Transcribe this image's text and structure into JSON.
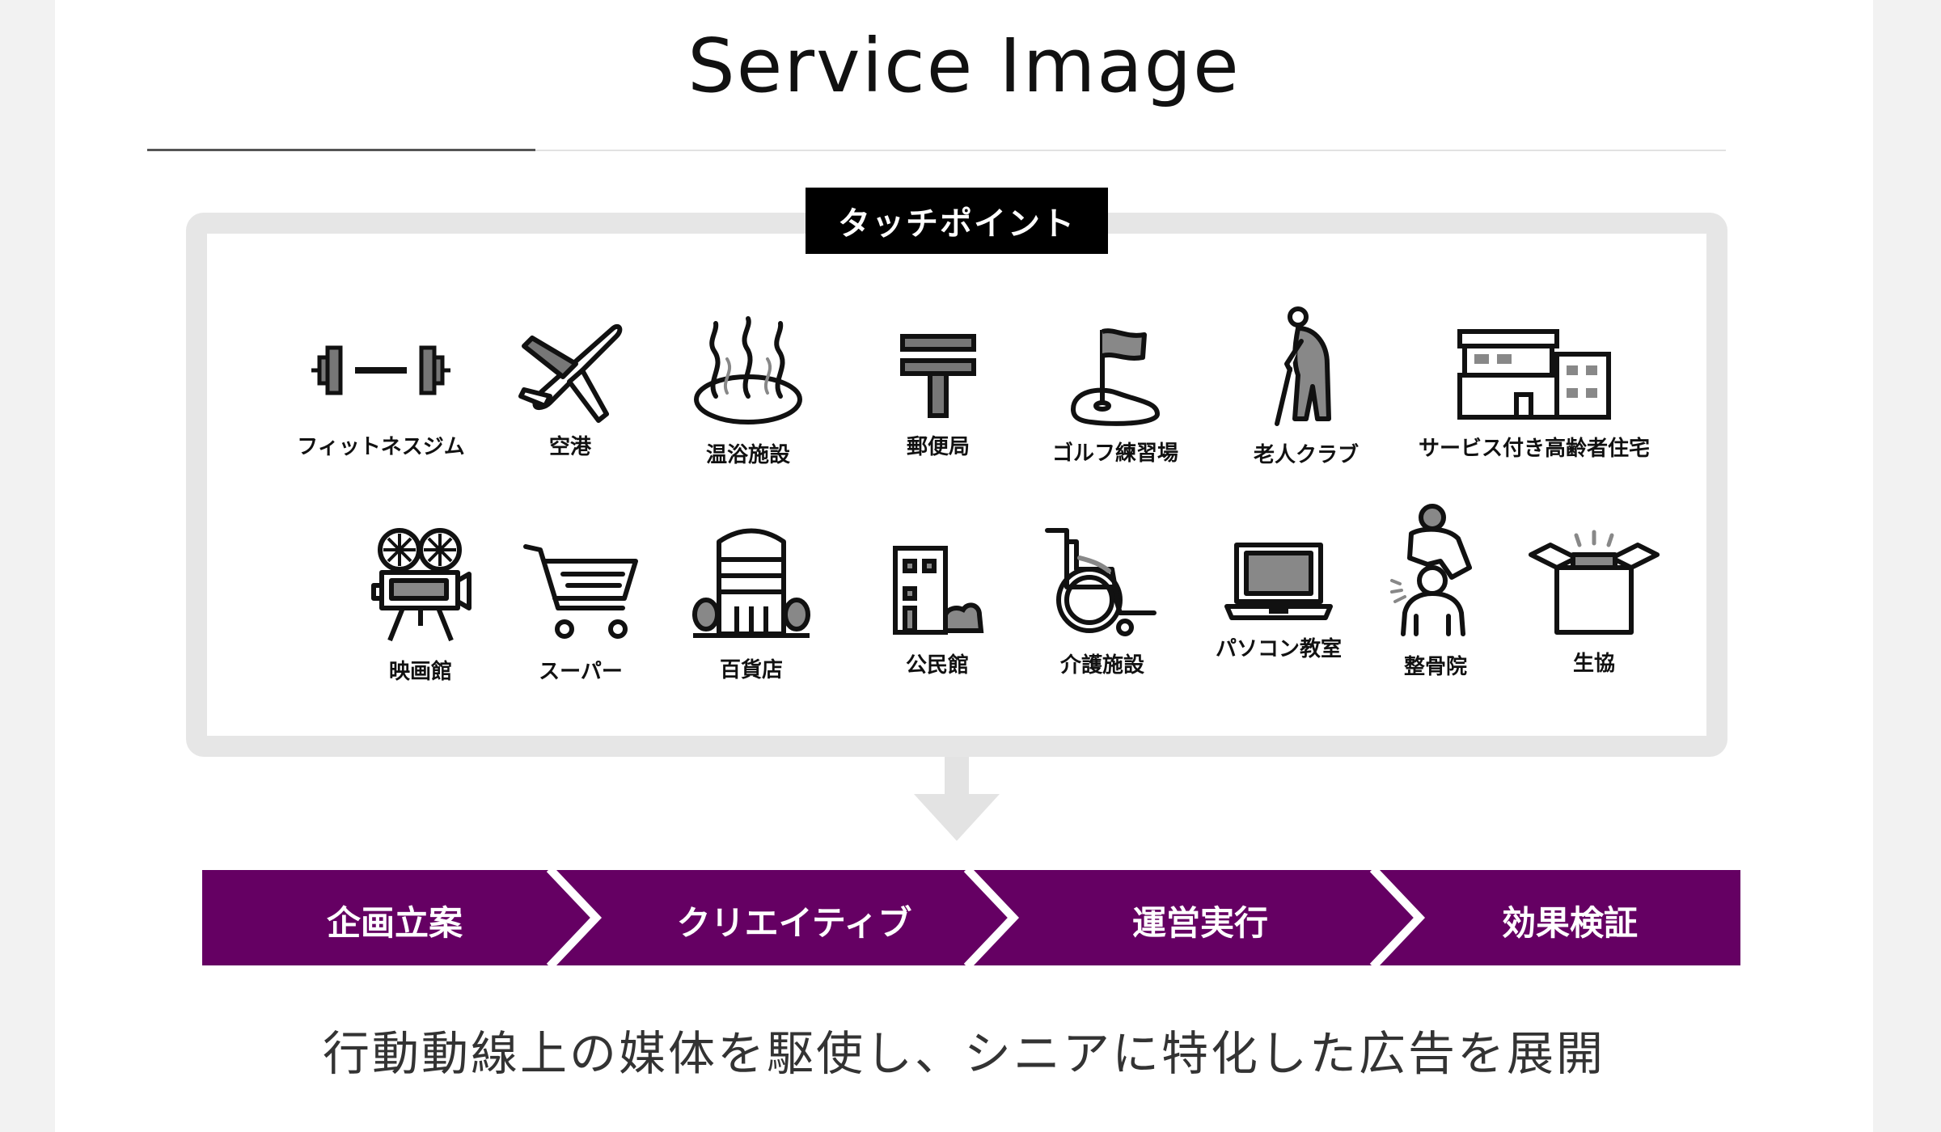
{
  "title": "Service Image",
  "touchpoint": {
    "label": "タッチポイント",
    "row1": [
      {
        "name": "fitness-gym",
        "icon": "dumbbell-icon",
        "label": "フィットネスジム"
      },
      {
        "name": "airport",
        "icon": "airplane-icon",
        "label": "空港"
      },
      {
        "name": "hot-spring",
        "icon": "hot-spring-icon",
        "label": "温浴施設"
      },
      {
        "name": "post-office",
        "icon": "post-office-icon",
        "label": "郵便局"
      },
      {
        "name": "golf-range",
        "icon": "golf-flag-icon",
        "label": "ゴルフ練習場"
      },
      {
        "name": "senior-club",
        "icon": "elderly-person-icon",
        "label": "老人クラブ"
      },
      {
        "name": "senior-housing",
        "icon": "housing-building-icon",
        "label": "サービス付き高齢者住宅"
      }
    ],
    "row2": [
      {
        "name": "cinema",
        "icon": "movie-camera-icon",
        "label": "映画館"
      },
      {
        "name": "supermarket",
        "icon": "shopping-cart-icon",
        "label": "スーパー"
      },
      {
        "name": "department-store",
        "icon": "department-store-icon",
        "label": "百貨店"
      },
      {
        "name": "community-center",
        "icon": "community-center-icon",
        "label": "公民館"
      },
      {
        "name": "care-facility",
        "icon": "wheelchair-icon",
        "label": "介護施設"
      },
      {
        "name": "pc-class",
        "icon": "laptop-icon",
        "label": "パソコン教室"
      },
      {
        "name": "osteopathy",
        "icon": "massage-icon",
        "label": "整骨院"
      },
      {
        "name": "co-op",
        "icon": "open-box-icon",
        "label": "生協"
      }
    ]
  },
  "flow": {
    "color": "#650063",
    "steps": [
      "企画立案",
      "クリエイティブ",
      "運営実行",
      "効果検証"
    ]
  },
  "tagline": "行動動線上の媒体を駆使し、シニアに特化した広告を展開"
}
